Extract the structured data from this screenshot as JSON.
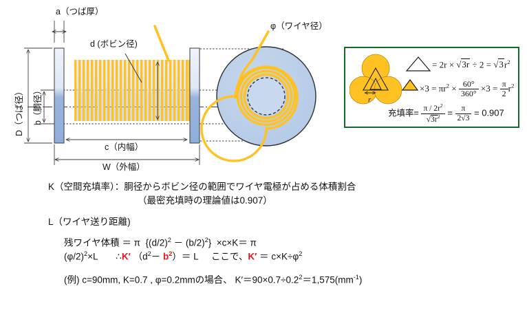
{
  "diagram": {
    "title": "ボビン巻線の体積充填率とワイヤ送り距離の算出図",
    "labels": {
      "a": "a（つば厚）",
      "d": "d (ボビン径)",
      "phi": "φ（ワイヤ径）",
      "D": "D（つば径）",
      "b": "b（胴径）",
      "c": "c（内幅）",
      "W": "W（外幅）"
    },
    "colors": {
      "wire": "#FFC222",
      "flange_light": "#E7EEF9",
      "flange_dark": "#8FADD9",
      "body_fill": "#BACFE8",
      "outline": "#404040",
      "box_border": "#136b2b",
      "accent_red": "#e8131a"
    }
  },
  "formula_box": {
    "triangle_white_label": "△",
    "triangle_yellow_label": "▲",
    "radius_label": "r",
    "line1": "= 2r × √3r ÷ 2 = √3r²",
    "line2_prefix": "× 3 = ",
    "line2": "πr² × 60°/360° × 3 = (π/2)r²",
    "line3_label": "充填率=",
    "line3": "(π/2r²)/(√3r²) = π/(2√3) = 0.907",
    "line1_parts": {
      "eq": "=",
      "two_r": "2r",
      "times": "×",
      "sqrt3r": "3r",
      "div": "÷",
      "two": "2",
      "eq2": "=",
      "sqrt3": "3",
      "r_sup": "r",
      "sup2": "2"
    },
    "line2_parts": {
      "times3": "×3 =",
      "pir2": "r",
      "sup2": "2",
      "times": "×",
      "num60": "60°",
      "den360": "360°",
      "times3b": "×3",
      "eq": "=",
      "pi": "π",
      "two": "2",
      "r": "r",
      "sup2b": "2"
    },
    "line3_parts": {
      "label": "充填率=",
      "num": "π / 2r",
      "num_sup": "2",
      "den_sqrt": "3r",
      "den_sup": "2",
      "eq1": "=",
      "fr2_num": "π",
      "fr2_den_2": "2",
      "fr2_den_sqrt": "3",
      "eq2": "=",
      "result": "0.907"
    }
  },
  "text": {
    "k_line1": "K（空間充填率）：胴径からボビン径の範囲でワイヤ電極が占める体積割合",
    "k_line2": "（最密充填時の理論値は0.907）",
    "l_line1": "L（ワイヤ送り距離)",
    "l_line2_a": "残ワイヤ体積 ＝ π",
    "l_line2_b": "{(d/2)",
    "l_line2_b_sup": "2",
    "l_line2_c": "－ (b/2)",
    "l_line2_c_sup": "2",
    "l_line2_d": "}",
    "l_line2_e": "×c×K＝ π",
    "l_line3_a": "(φ/2)",
    "l_line3_a_sup": "2",
    "l_line3_b": "×L",
    "l_line3_c": "∴",
    "l_line3_kprime": "K′",
    "l_line3_d": "（d",
    "l_line3_d_sup": "2",
    "l_line3_e": "－ ",
    "l_line3_b2": "b",
    "l_line3_b2_sup": "2",
    "l_line3_f": "）＝ L",
    "l_line3_g": "ここで、",
    "l_line3_kprime2": "K′",
    "l_line3_h": "＝ c×K÷φ",
    "l_line3_h_sup": "2",
    "ex_a": "(例) c=90mm, K=0.7 , φ=0.2mmの場合、 K′＝90×0.7÷0.2",
    "ex_a_sup": "2",
    "ex_b": "＝1,575(mm",
    "ex_b_sup": "-1",
    "ex_c": ")"
  }
}
